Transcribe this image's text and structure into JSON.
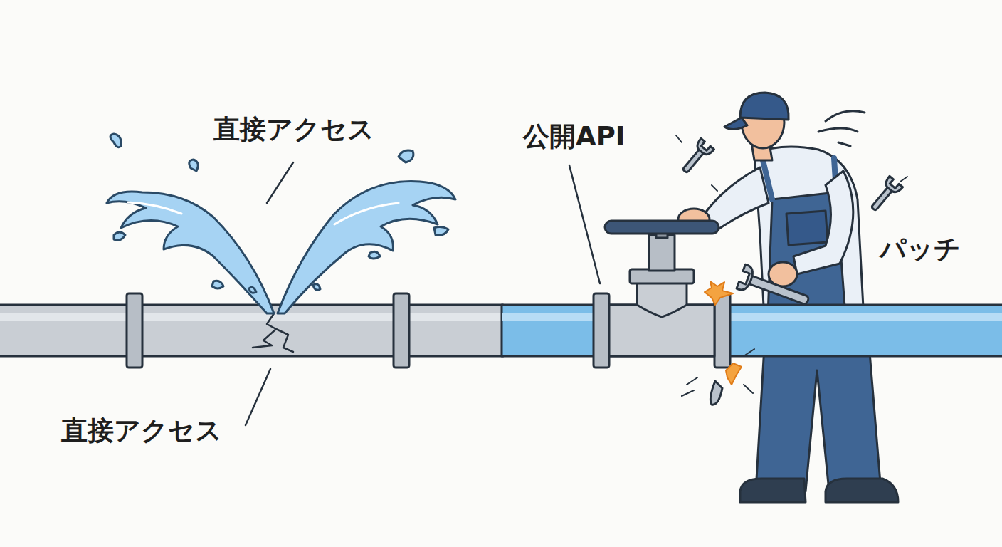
{
  "diagram": {
    "labels": [
      "直接アクセス",
      "公開API",
      "パッチ",
      "直接アクセス"
    ]
  }
}
